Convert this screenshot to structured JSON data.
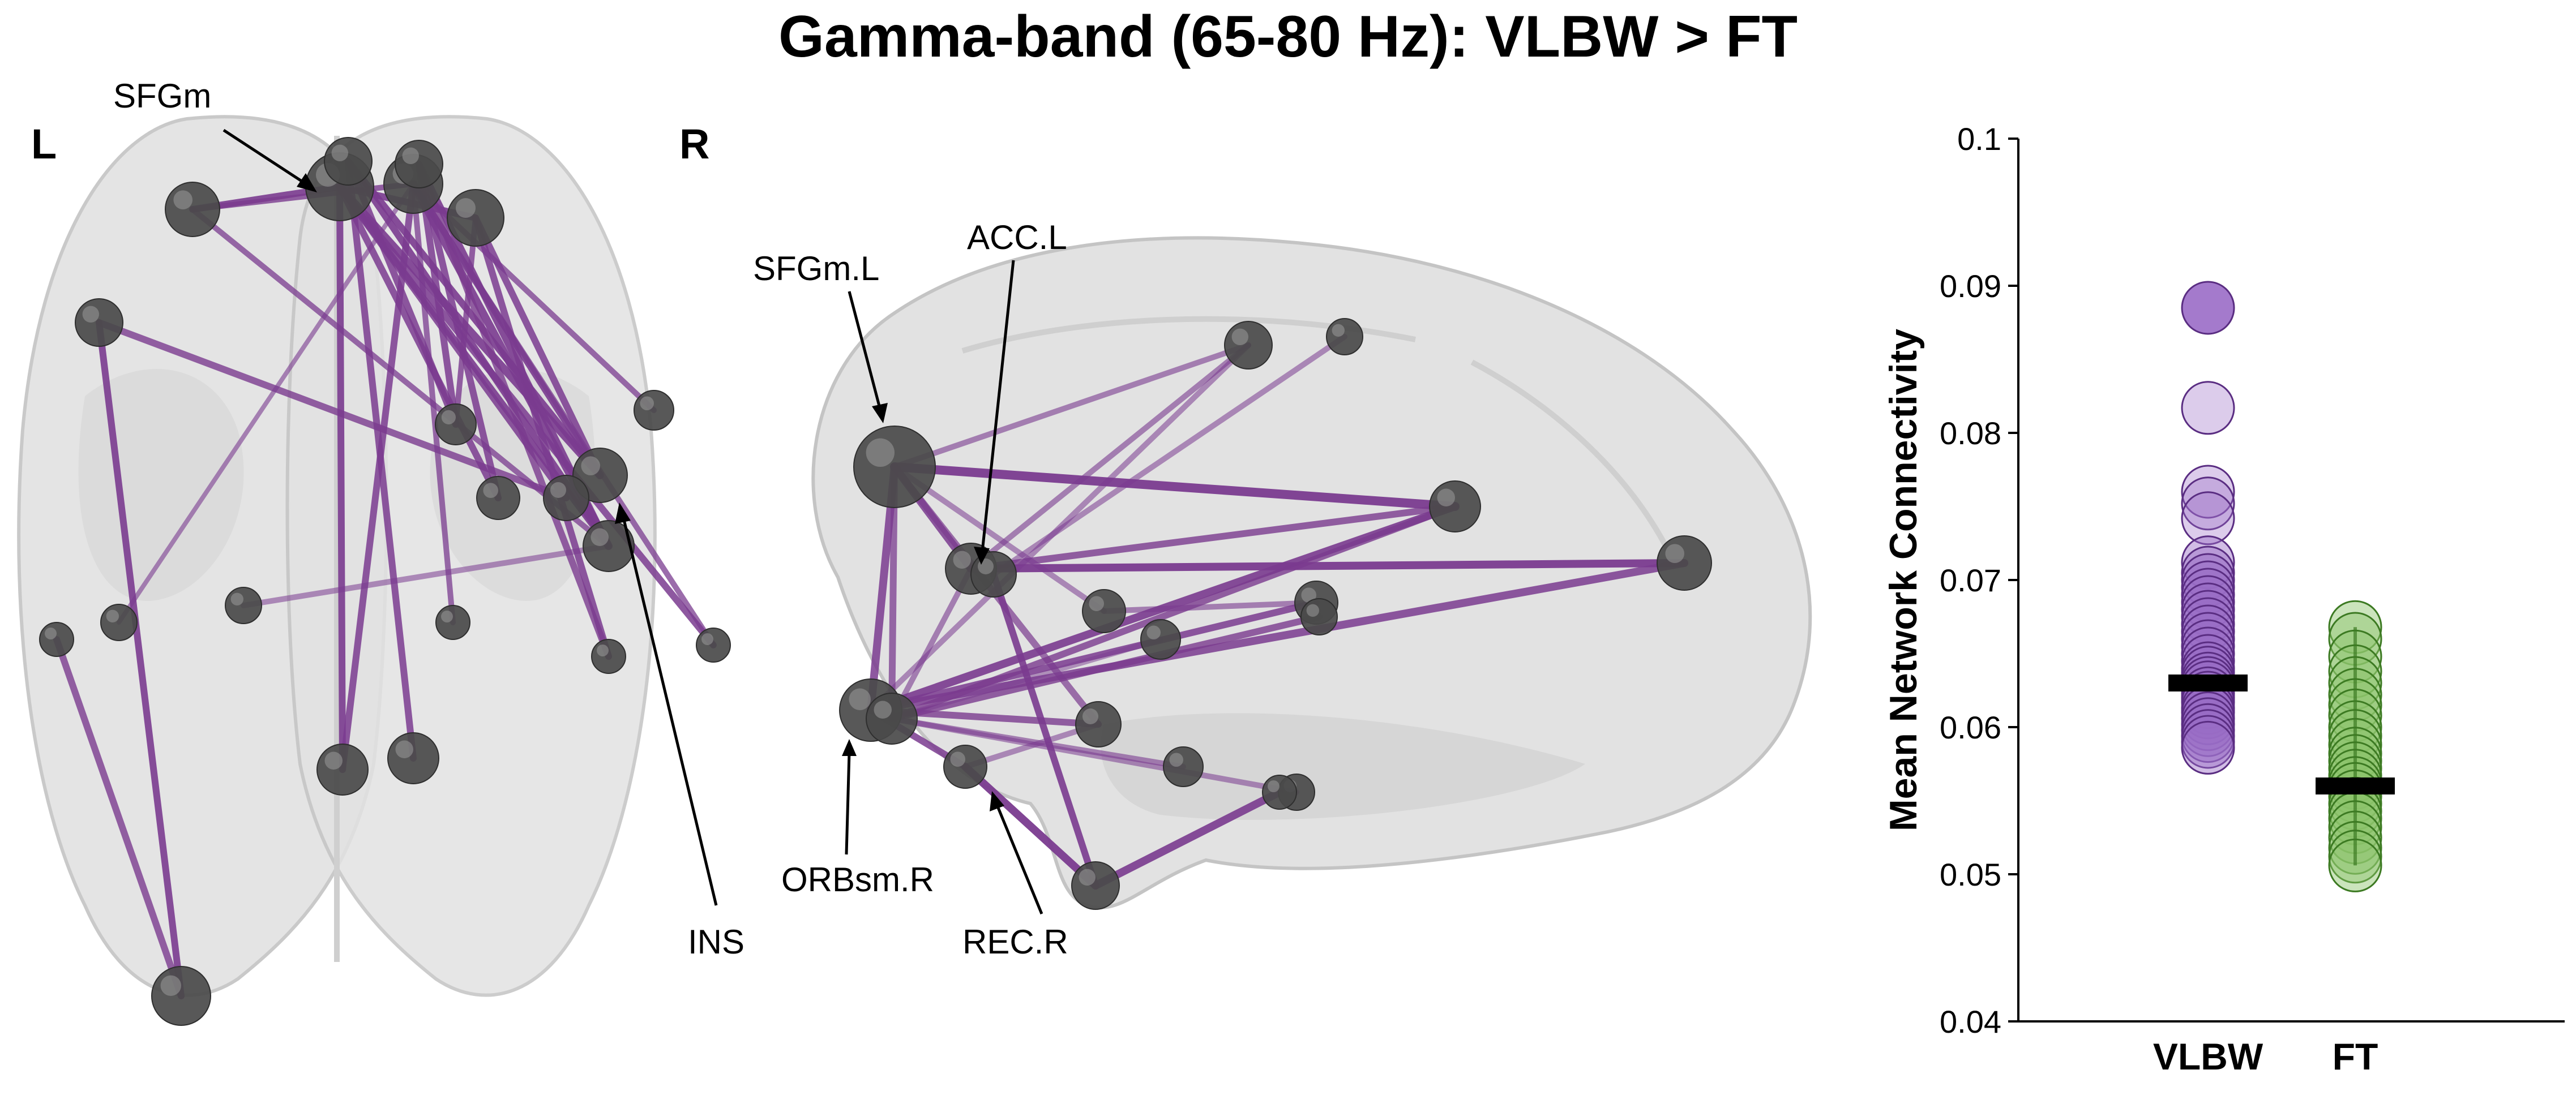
{
  "title": "Gamma-band (65-80 Hz): VLBW > FT",
  "panels": {
    "axial": {
      "hemisphere_left": "L",
      "labels": {
        "sfgm": "SFGm",
        "ins": "INS"
      }
    },
    "sagittal": {
      "hemisphere": "R",
      "labels": {
        "sfgm_l": "SFGm.L",
        "acc_l": "ACC.L",
        "orbsm_r": "ORBsm.R",
        "rec_r": "REC.R"
      }
    }
  },
  "colors": {
    "edge": "#7a3b8f",
    "node": "#4a4a4a",
    "brain_fill": "#e2e2e2",
    "brain_stroke": "#c4c4c4",
    "vlbw_fill": "#9a6cc6",
    "vlbw_stroke": "#5a2d82",
    "ft_fill": "#8cc46a",
    "ft_stroke": "#3c7a22",
    "mean_bar": "#000000"
  },
  "chart_data": {
    "type": "scatter",
    "title": "",
    "xlabel": "",
    "ylabel": "Mean Network Connectivity",
    "categories": [
      "VLBW",
      "FT"
    ],
    "ylim": [
      0.04,
      0.1
    ],
    "yticks": [
      "0.04",
      "0.05",
      "0.06",
      "0.07",
      "0.08",
      "0.09",
      "0.1"
    ],
    "series": [
      {
        "name": "VLBW",
        "mean": 0.063,
        "values": [
          0.0885,
          0.0817,
          0.076,
          0.0752,
          0.0742,
          0.0712,
          0.0705,
          0.07,
          0.0695,
          0.069,
          0.0685,
          0.068,
          0.0675,
          0.067,
          0.0665,
          0.066,
          0.0655,
          0.065,
          0.0645,
          0.064,
          0.0637,
          0.0633,
          0.063,
          0.0627,
          0.0623,
          0.062,
          0.0617,
          0.0613,
          0.061,
          0.0606,
          0.0602,
          0.0598,
          0.0594,
          0.059,
          0.0586
        ]
      },
      {
        "name": "FT",
        "mean": 0.056,
        "values": [
          0.0668,
          0.066,
          0.0648,
          0.0638,
          0.063,
          0.0622,
          0.0615,
          0.0608,
          0.06,
          0.0594,
          0.0588,
          0.0582,
          0.0577,
          0.0572,
          0.0567,
          0.0562,
          0.0558,
          0.0553,
          0.0548,
          0.0543,
          0.0538,
          0.0532,
          0.0525,
          0.0518,
          0.0512,
          0.0506
        ]
      }
    ]
  }
}
